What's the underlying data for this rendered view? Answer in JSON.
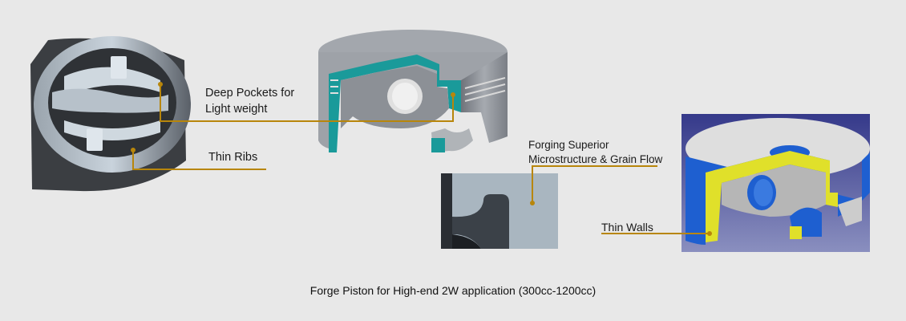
{
  "title": "Forge Piston for High-end 2W application (300cc-1200cc)",
  "callouts": {
    "deep_pockets": {
      "line1": "Deep Pockets for",
      "line2": "Light weight"
    },
    "thin_ribs": {
      "label": "Thin Ribs"
    },
    "forging": {
      "line1": "Forging Superior",
      "line2": "Microstructure & Grain Flow"
    },
    "thin_walls": {
      "label": "Thin Walls"
    }
  },
  "colors": {
    "background": "#e8e8e8",
    "leader_line": "#b8860b",
    "section_teal": "#1a9a9a",
    "section_yellow": "#e0e02a",
    "cad_blue": "#1e5fd0",
    "cad_bg": "#3a3f8a"
  }
}
